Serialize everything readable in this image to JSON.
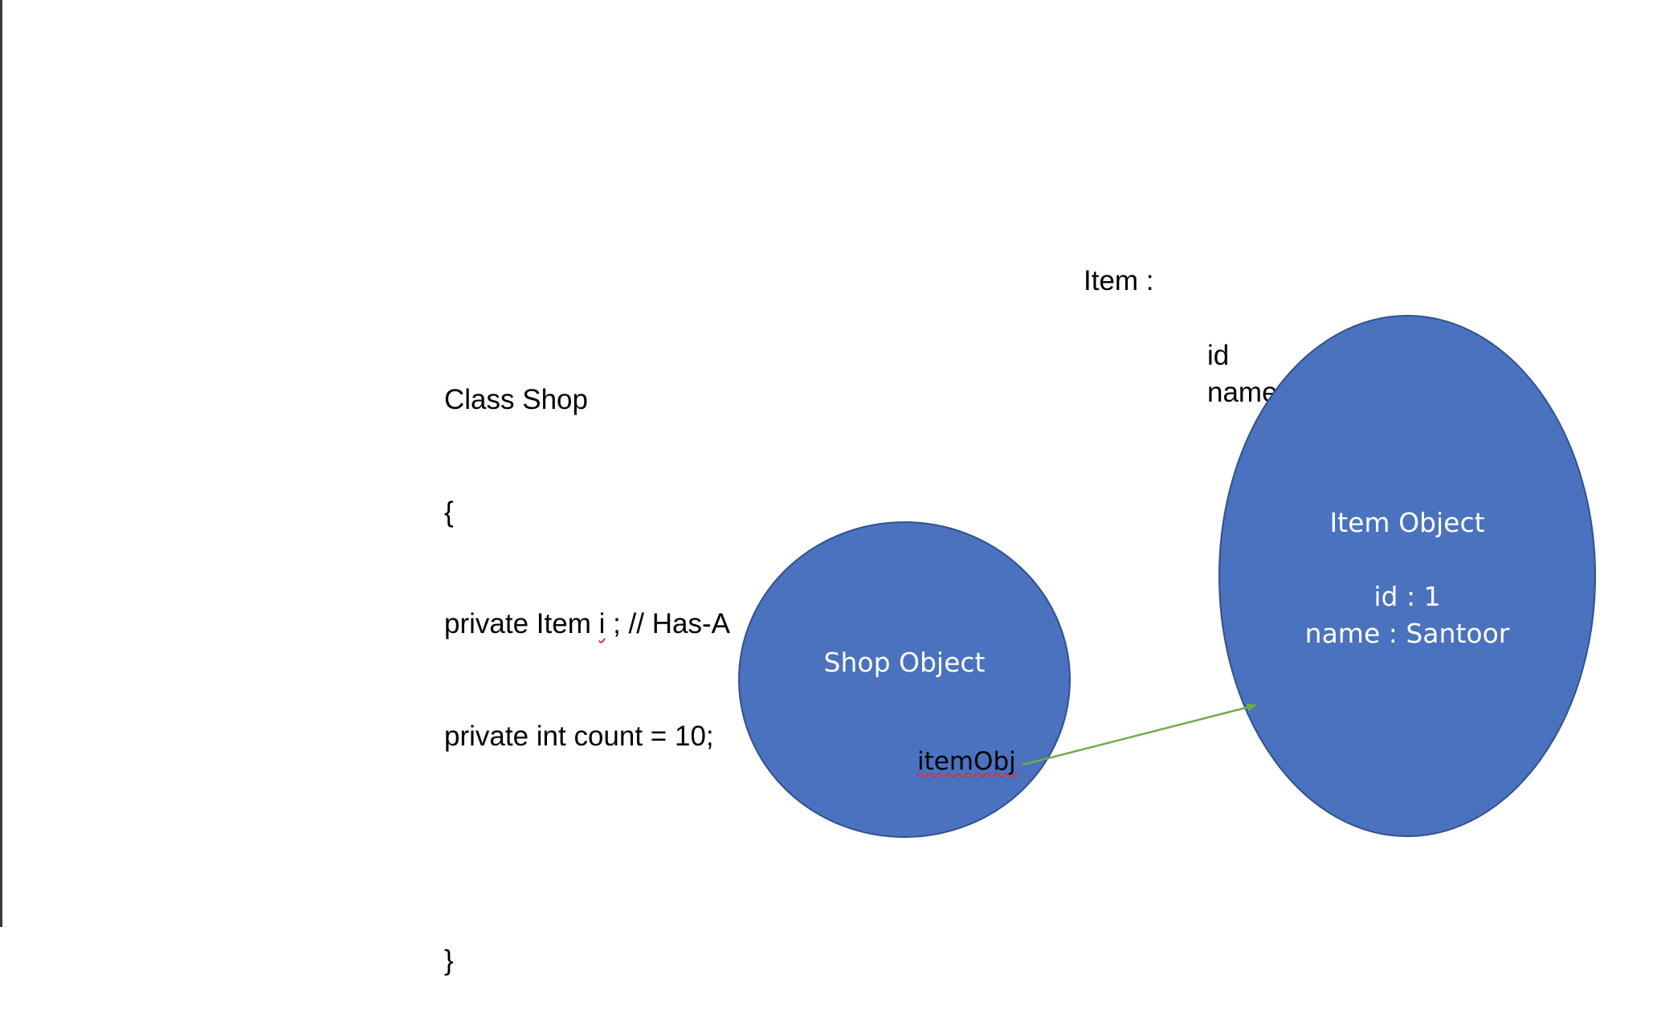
{
  "code": {
    "lines": [
      "Class Shop",
      "{",
      "private Item ",
      "private int count = 10;",
      "",
      "}"
    ],
    "line3_var": "i",
    "line3_rest": " ; // Has-A"
  },
  "item_class": {
    "label": "Item :",
    "fields": [
      "id",
      "name"
    ]
  },
  "shop_object": {
    "title": "Shop Object",
    "reference": "itemObj"
  },
  "item_object": {
    "title": "Item Object",
    "id_line": "id : 1",
    "name_line": "name :  Santoor"
  },
  "colors": {
    "ellipse_fill": "#4a72bf",
    "ellipse_stroke": "#2f528f",
    "arrow": "#70ad47"
  }
}
